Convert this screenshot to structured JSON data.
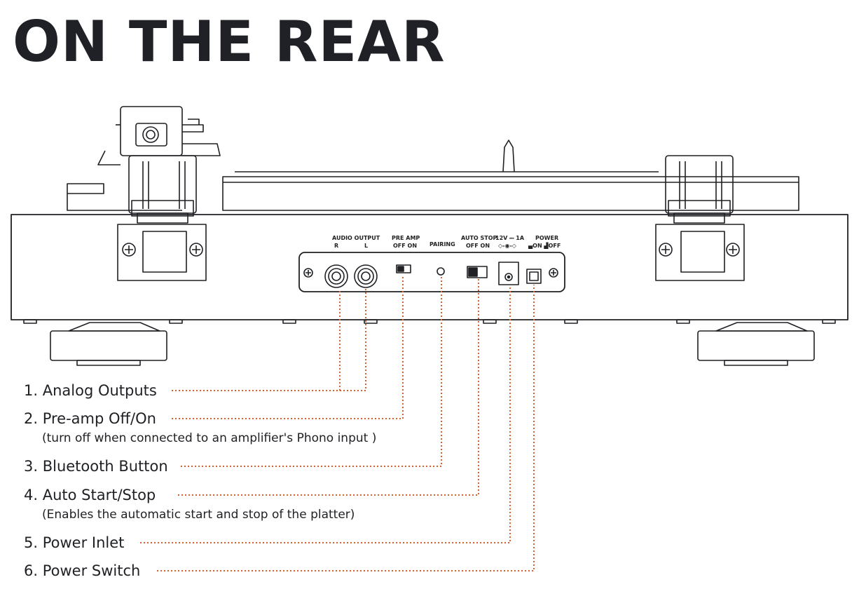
{
  "title": "ON THE REAR",
  "panel_labels": {
    "audio_output": "AUDIO OUTPUT",
    "r": "R",
    "l": "L",
    "pre_amp": "PRE AMP",
    "pre_amp_states": "OFF  ON",
    "pairing": "PAIRING",
    "auto_stop": "AUTO STOP",
    "auto_stop_states": "OFF  ON",
    "power_rating": "12V ⎓ 1A",
    "power": "POWER",
    "power_states": "▄ON ▟OFF"
  },
  "callouts": [
    {
      "label": "1. Analog Outputs",
      "note": ""
    },
    {
      "label": "2. Pre-amp Off/On",
      "note": "(turn off when connected to an amplifier's Phono input )"
    },
    {
      "label": "3. Bluetooth Button",
      "note": ""
    },
    {
      "label": "4. Auto Start/Stop",
      "note": "(Enables the automatic start and stop of the platter)"
    },
    {
      "label": "5. Power Inlet",
      "note": ""
    },
    {
      "label": "6. Power Switch",
      "note": ""
    }
  ],
  "colors": {
    "leader_line": "#d4612f",
    "outline": "#1e2024",
    "text": "#1e2024"
  }
}
